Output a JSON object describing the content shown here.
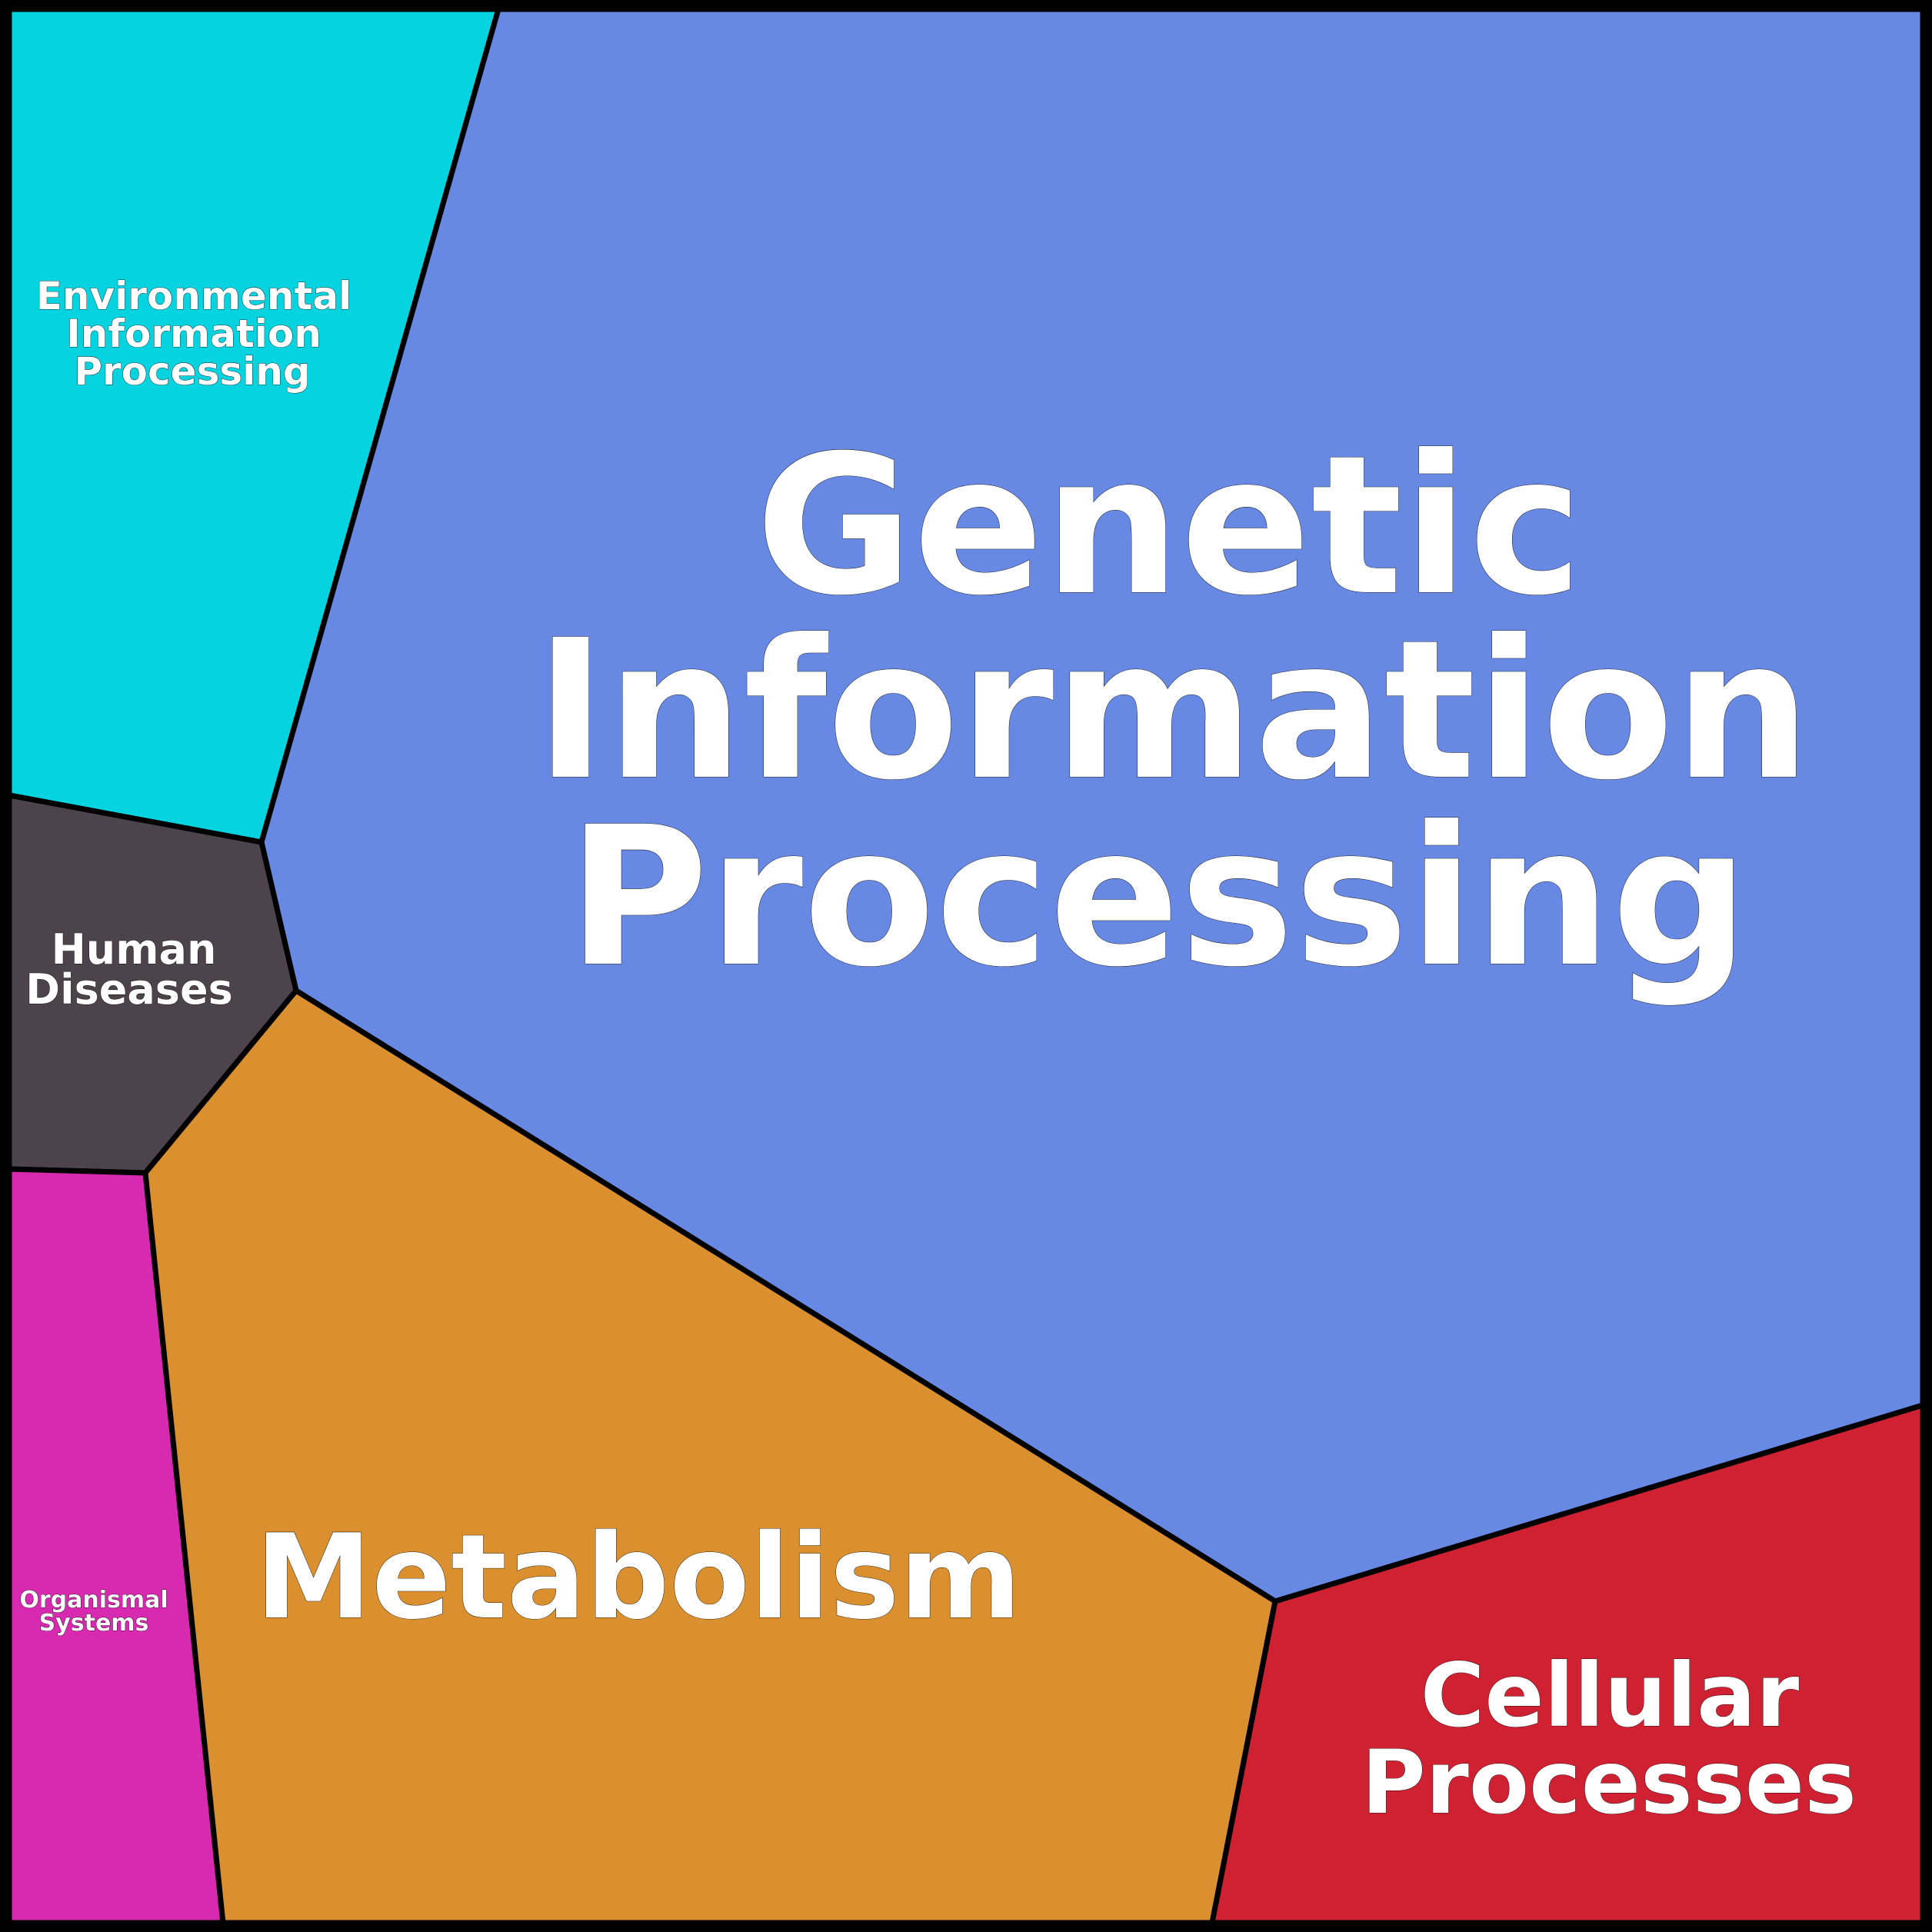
{
  "diagram": {
    "type": "voronoi-treemap",
    "border_color": "#000000",
    "label_color": "#ffffff",
    "regions": [
      {
        "id": "genetic",
        "label_lines": [
          "Genetic",
          "Information",
          "Processing"
        ],
        "color": "#6889E3"
      },
      {
        "id": "environmental",
        "label_lines": [
          "Environmental",
          "Information",
          "Processing"
        ],
        "color": "#05D4E0"
      },
      {
        "id": "human-diseases",
        "label_lines": [
          "Human",
          "Diseases"
        ],
        "color": "#4C434B"
      },
      {
        "id": "organismal",
        "label_lines": [
          "Organismal",
          "Systems"
        ],
        "color": "#D829B1"
      },
      {
        "id": "metabolism",
        "label_lines": [
          "Metabolism"
        ],
        "color": "#DB9030"
      },
      {
        "id": "cellular",
        "label_lines": [
          "Cellular",
          "Processes"
        ],
        "color": "#D02133"
      }
    ]
  }
}
